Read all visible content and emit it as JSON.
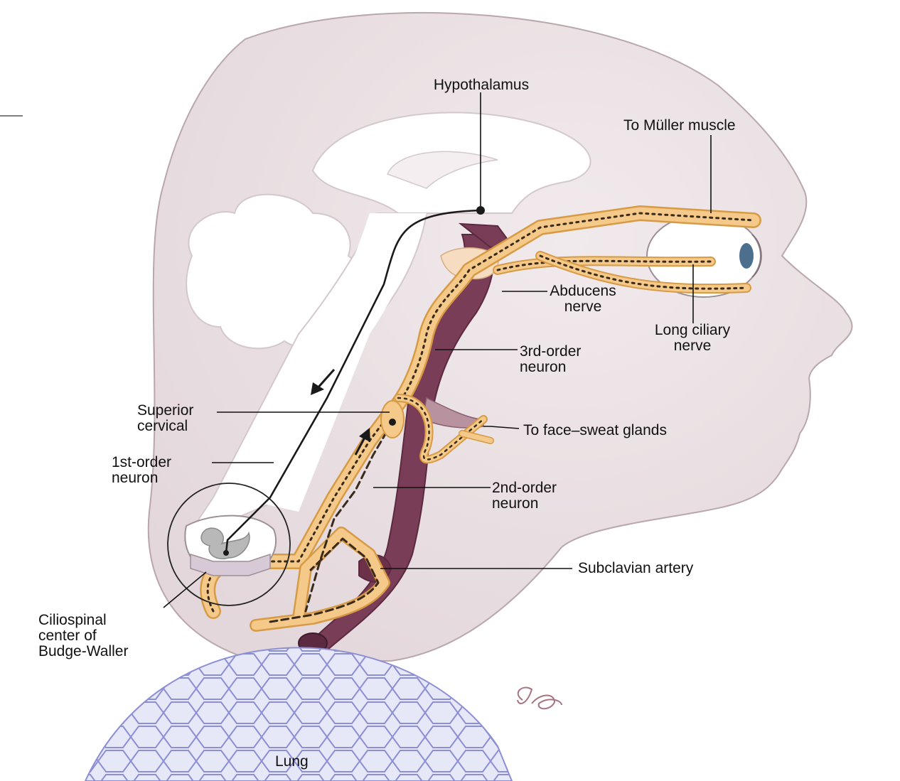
{
  "colors": {
    "skin": "#ece3e6",
    "skin_edge": "#b9a7ad",
    "brain_white": "#ffffff",
    "artery": "#7a3d57",
    "artery_dark": "#5b2a40",
    "nerve_fill": "#f4c98a",
    "nerve_edge": "#d79a45",
    "nerve_dots": "#3a2a1a",
    "lung_fill": "#e7e8f7",
    "lung_lines": "#8d8fd4",
    "label_text": "#111111",
    "leader_line": "#111111"
  },
  "icons": {
    "signature": "artist-signature-icon",
    "direction_arrows": "arrow-icon"
  },
  "labels": {
    "hypothalamus": "Hypothalamus",
    "to_muller_muscle": "To Müller muscle",
    "abducens_nerve": [
      "Abducens",
      "nerve"
    ],
    "long_ciliary_nerve": [
      "Long ciliary",
      "nerve"
    ],
    "third_order_neuron": [
      "3rd-order",
      "neuron"
    ],
    "superior_cervical": [
      "Superior",
      "cervical"
    ],
    "to_face_sweat_glands": "To face–sweat glands",
    "first_order_neuron": [
      "1st-order",
      "neuron"
    ],
    "second_order_neuron": [
      "2nd-order",
      "neuron"
    ],
    "subclavian_artery": "Subclavian artery",
    "ciliospinal_center": [
      "Ciliospinal",
      "center of",
      "Budge-Waller"
    ],
    "lung": "Lung"
  }
}
